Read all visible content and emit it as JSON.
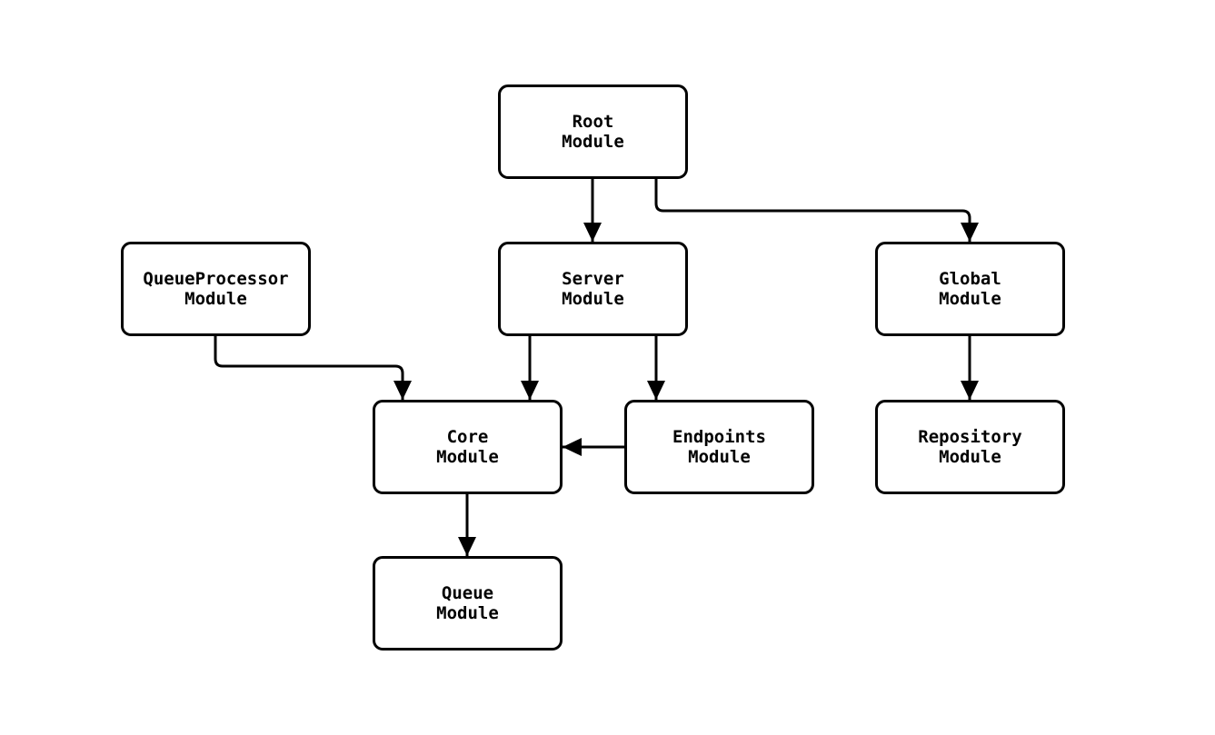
{
  "diagram": {
    "nodes": [
      {
        "id": "root",
        "label": "Root\nModule"
      },
      {
        "id": "queue-processor",
        "label": "QueueProcessor\nModule"
      },
      {
        "id": "server",
        "label": "Server\nModule"
      },
      {
        "id": "global",
        "label": "Global\nModule"
      },
      {
        "id": "core",
        "label": "Core\nModule"
      },
      {
        "id": "endpoints",
        "label": "Endpoints\nModule"
      },
      {
        "id": "repository",
        "label": "Repository\nModule"
      },
      {
        "id": "queue",
        "label": "Queue\nModule"
      }
    ],
    "edges": [
      {
        "from": "root",
        "to": "server"
      },
      {
        "from": "root",
        "to": "global"
      },
      {
        "from": "queue-processor",
        "to": "core"
      },
      {
        "from": "server",
        "to": "core"
      },
      {
        "from": "server",
        "to": "endpoints"
      },
      {
        "from": "endpoints",
        "to": "core"
      },
      {
        "from": "global",
        "to": "repository"
      },
      {
        "from": "core",
        "to": "queue"
      }
    ],
    "colors": {
      "background": "#ffffff",
      "node_fill": "#ffffff",
      "node_border": "#000000",
      "edge": "#000000",
      "text": "#000000"
    }
  }
}
